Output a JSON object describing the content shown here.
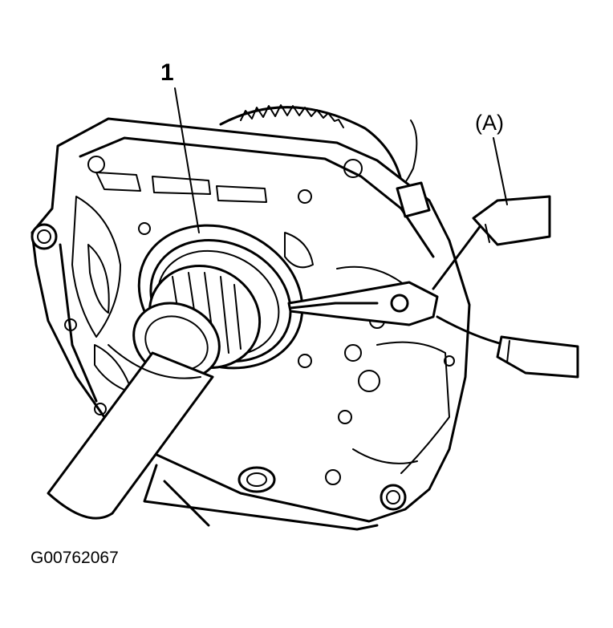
{
  "callouts": {
    "part_1": "1",
    "tool_a": "(A)"
  },
  "figure_code": "G00762067"
}
